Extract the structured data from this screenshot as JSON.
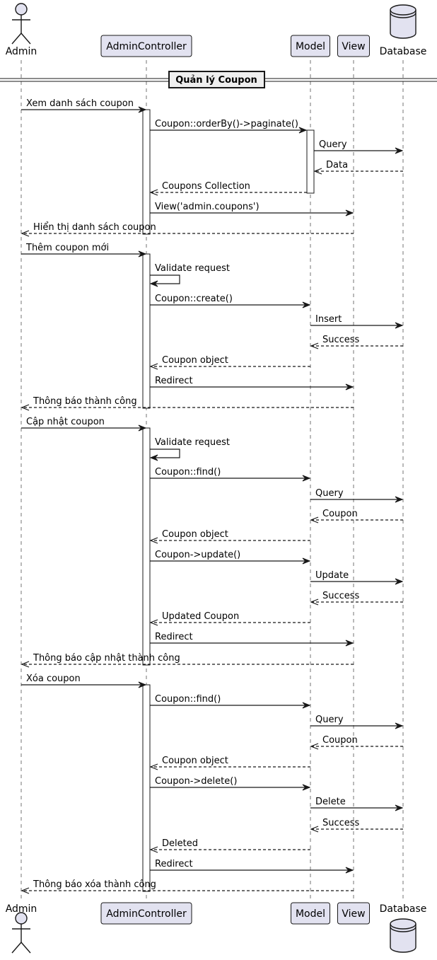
{
  "divider": {
    "label": "Quản lý Coupon"
  },
  "participants": [
    {
      "id": "admin",
      "label": "Admin",
      "kind": "actor"
    },
    {
      "id": "controller",
      "label": "AdminController",
      "kind": "box"
    },
    {
      "id": "model",
      "label": "Model",
      "kind": "box"
    },
    {
      "id": "view",
      "label": "View",
      "kind": "box"
    },
    {
      "id": "db",
      "label": "Database",
      "kind": "database"
    }
  ],
  "messages": [
    {
      "from": "admin",
      "to": "controller",
      "label": "Xem danh sách coupon",
      "style": "sync"
    },
    {
      "from": "controller",
      "to": "model",
      "label": "Coupon::orderBy()->paginate()",
      "style": "sync"
    },
    {
      "from": "model",
      "to": "db",
      "label": "Query",
      "style": "sync"
    },
    {
      "from": "db",
      "to": "model",
      "label": "Data",
      "style": "return"
    },
    {
      "from": "model",
      "to": "controller",
      "label": "Coupons Collection",
      "style": "return"
    },
    {
      "from": "controller",
      "to": "view",
      "label": "View('admin.coupons')",
      "style": "sync"
    },
    {
      "from": "view",
      "to": "admin",
      "label": "Hiển thị danh sách coupon",
      "style": "return"
    },
    {
      "from": "admin",
      "to": "controller",
      "label": "Thêm coupon mới",
      "style": "sync"
    },
    {
      "from": "controller",
      "to": "controller",
      "label": "Validate request",
      "style": "self"
    },
    {
      "from": "controller",
      "to": "model",
      "label": "Coupon::create()",
      "style": "sync"
    },
    {
      "from": "model",
      "to": "db",
      "label": "Insert",
      "style": "sync"
    },
    {
      "from": "db",
      "to": "model",
      "label": "Success",
      "style": "return"
    },
    {
      "from": "model",
      "to": "controller",
      "label": "Coupon object",
      "style": "return"
    },
    {
      "from": "controller",
      "to": "view",
      "label": "Redirect",
      "style": "sync"
    },
    {
      "from": "view",
      "to": "admin",
      "label": "Thông báo thành công",
      "style": "return"
    },
    {
      "from": "admin",
      "to": "controller",
      "label": "Cập nhật coupon",
      "style": "sync"
    },
    {
      "from": "controller",
      "to": "controller",
      "label": "Validate request",
      "style": "self"
    },
    {
      "from": "controller",
      "to": "model",
      "label": "Coupon::find()",
      "style": "sync"
    },
    {
      "from": "model",
      "to": "db",
      "label": "Query",
      "style": "sync"
    },
    {
      "from": "db",
      "to": "model",
      "label": "Coupon",
      "style": "return"
    },
    {
      "from": "model",
      "to": "controller",
      "label": "Coupon object",
      "style": "return"
    },
    {
      "from": "controller",
      "to": "model",
      "label": "Coupon->update()",
      "style": "sync"
    },
    {
      "from": "model",
      "to": "db",
      "label": "Update",
      "style": "sync"
    },
    {
      "from": "db",
      "to": "model",
      "label": "Success",
      "style": "return"
    },
    {
      "from": "model",
      "to": "controller",
      "label": "Updated Coupon",
      "style": "return"
    },
    {
      "from": "controller",
      "to": "view",
      "label": "Redirect",
      "style": "sync"
    },
    {
      "from": "view",
      "to": "admin",
      "label": "Thông báo cập nhật thành công",
      "style": "return"
    },
    {
      "from": "admin",
      "to": "controller",
      "label": "Xóa coupon",
      "style": "sync"
    },
    {
      "from": "controller",
      "to": "model",
      "label": "Coupon::find()",
      "style": "sync"
    },
    {
      "from": "model",
      "to": "db",
      "label": "Query",
      "style": "sync"
    },
    {
      "from": "db",
      "to": "model",
      "label": "Coupon",
      "style": "return"
    },
    {
      "from": "model",
      "to": "controller",
      "label": "Coupon object",
      "style": "return"
    },
    {
      "from": "controller",
      "to": "model",
      "label": "Coupon->delete()",
      "style": "sync"
    },
    {
      "from": "model",
      "to": "db",
      "label": "Delete",
      "style": "sync"
    },
    {
      "from": "db",
      "to": "model",
      "label": "Success",
      "style": "return"
    },
    {
      "from": "model",
      "to": "controller",
      "label": "Deleted",
      "style": "return"
    },
    {
      "from": "controller",
      "to": "view",
      "label": "Redirect",
      "style": "sync"
    },
    {
      "from": "view",
      "to": "admin",
      "label": "Thông báo xóa thành công",
      "style": "return"
    }
  ],
  "activations": [
    {
      "participant": "controller",
      "from_message": 0,
      "to_message": 6
    },
    {
      "participant": "model",
      "from_message": 1,
      "to_message": 4
    },
    {
      "participant": "controller",
      "from_message": 7,
      "to_message": 14
    },
    {
      "participant": "controller",
      "from_message": 15,
      "to_message": 26
    },
    {
      "participant": "controller",
      "from_message": 27,
      "to_message": 37
    }
  ],
  "colors": {
    "participant_fill": "#E2E2F0",
    "participant_border": "#181818",
    "activation_fill": "#FFFFFF",
    "lifeline": "#181818",
    "arrow": "#181818",
    "divider_fill": "#EEEEEE"
  }
}
